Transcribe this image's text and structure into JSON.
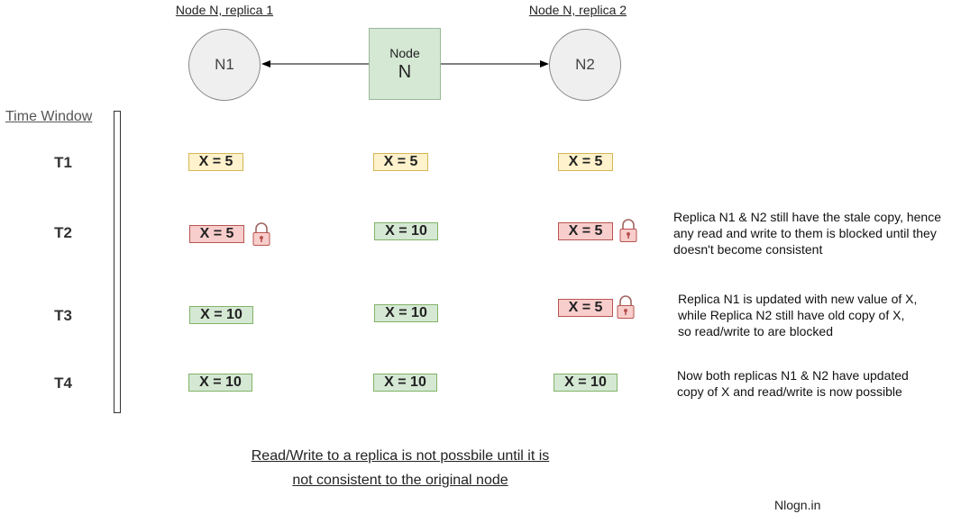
{
  "nodes": {
    "replica1_label": "Node N, replica 1",
    "replica2_label": "Node N, replica 2",
    "n1": "N1",
    "n2": "N2",
    "main_line1": "Node",
    "main_line2": "N"
  },
  "time_window": "Time Window",
  "rows": [
    {
      "label": "T1",
      "n1": {
        "text": "X = 5",
        "state": "yellow",
        "locked": false
      },
      "n": {
        "text": "X = 5",
        "state": "yellow"
      },
      "n2": {
        "text": "X = 5",
        "state": "yellow",
        "locked": false
      }
    },
    {
      "label": "T2",
      "n1": {
        "text": "X = 5",
        "state": "red",
        "locked": true
      },
      "n": {
        "text": "X = 10",
        "state": "green"
      },
      "n2": {
        "text": "X = 5",
        "state": "red",
        "locked": true
      },
      "note": [
        "Replica N1 & N2 still have the stale copy, hence",
        "any read and write to them is blocked until they",
        "doesn't become consistent"
      ]
    },
    {
      "label": "T3",
      "n1": {
        "text": "X = 10",
        "state": "green",
        "locked": false
      },
      "n": {
        "text": "X = 10",
        "state": "green"
      },
      "n2": {
        "text": "X = 5",
        "state": "red",
        "locked": true
      },
      "note": [
        "Replica N1 is updated with new value of X,",
        "while Replica N2 still have old copy of X,",
        "so read/write to are blocked"
      ]
    },
    {
      "label": "T4",
      "n1": {
        "text": "X = 10",
        "state": "green",
        "locked": false
      },
      "n": {
        "text": "X = 10",
        "state": "green"
      },
      "n2": {
        "text": "X = 10",
        "state": "green",
        "locked": false
      },
      "note": [
        "Now both replicas N1 & N2 have updated",
        "copy of X and read/write is now possible"
      ]
    }
  ],
  "caption": [
    "Read/Write to a replica is not possbile until it is",
    "not consistent to the original node"
  ],
  "brand": "Nlogn.in",
  "colors": {
    "yellow": "#fff2cc",
    "red": "#f8cecc",
    "green": "#d5e8d4",
    "lock": "#f8cecc"
  }
}
